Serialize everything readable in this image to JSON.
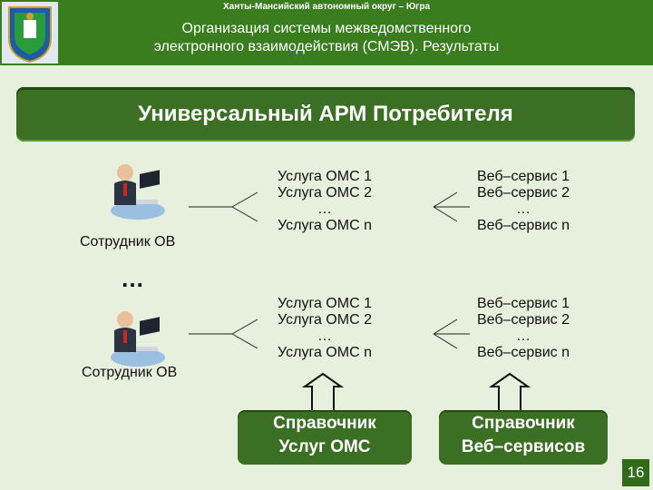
{
  "header": {
    "region": "Ханты-Мансийский автономный округ – Югра",
    "title_line1": "Организация системы межведомственного",
    "title_line2": "электронного взаимодействия (СМЭВ). Результаты"
  },
  "banner": {
    "title": "Универсальный АРМ Потребителя"
  },
  "employees": [
    {
      "label": "Сотрудник ОВ"
    },
    {
      "label": "Сотрудник ОВ"
    }
  ],
  "ellipsis": "…",
  "service_blocks": [
    {
      "lines": [
        "Услуга ОМС 1",
        "Услуга ОМС 2",
        "…",
        "Услуга ОМС n"
      ]
    },
    {
      "lines": [
        "Услуга ОМС 1",
        "Услуга ОМС 2",
        "…",
        "Услуга ОМС n"
      ]
    }
  ],
  "webservice_blocks": [
    {
      "lines": [
        "Веб–сервис 1",
        "Веб–сервис 2",
        "…",
        "Веб–сервис n"
      ]
    },
    {
      "lines": [
        "Веб–сервис 1",
        "Веб–сервис 2",
        "…",
        "Веб–сервис n"
      ]
    }
  ],
  "references": {
    "services_line1": "Справочник",
    "services_line2": "Услуг ОМС",
    "webservices_line1": "Справочник",
    "webservices_line2": "Веб–сервисов"
  },
  "page_number": "16",
  "colors": {
    "header_green": "#3a7d1e",
    "box_green": "#3b6f24",
    "background": "#e7f0dc"
  }
}
